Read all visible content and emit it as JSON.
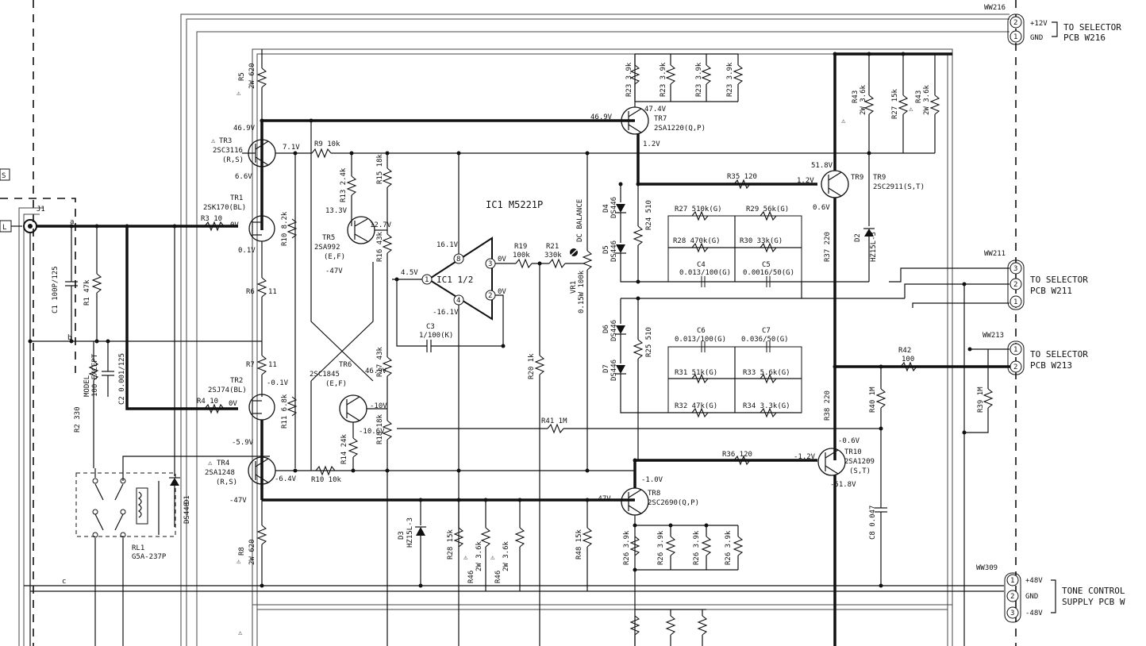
{
  "connectors": {
    "ww216": {
      "id": "WW216",
      "pins": [
        "2",
        "1"
      ],
      "pin_labels": [
        "+12V",
        "GND"
      ],
      "dest": "TO SELECTOR",
      "dest2": "PCB W216"
    },
    "ww211": {
      "id": "WW211",
      "pins": [
        "3",
        "2",
        "1"
      ],
      "dest": "TO SELECTOR",
      "dest2": "PCB W211"
    },
    "ww213": {
      "id": "WW213",
      "pins": [
        "1",
        "2"
      ],
      "dest": "TO SELECTOR",
      "dest2": "PCB W213"
    },
    "ww309": {
      "id": "WW309",
      "pins": [
        "1",
        "2",
        "3"
      ],
      "pin_labels": [
        "+48V",
        "GND",
        "-48V"
      ],
      "dest": "TONE CONTROL",
      "dest2": "SUPPLY PCB W"
    },
    "j1": "J1",
    "l_tag": "L",
    "s_tag": "S"
  },
  "nets": {
    "a": "a",
    "b": "b",
    "c": "c"
  },
  "transistors": {
    "tr1": {
      "ref": "TR1",
      "type": "2SK170(BL)"
    },
    "tr2": {
      "ref": "TR2",
      "type": "2SJ74(BL)"
    },
    "tr3": {
      "ref": "TR3",
      "type": "2SC3116",
      "rank": "(R,S)"
    },
    "tr4": {
      "ref": "TR4",
      "type": "2SA1248",
      "rank": "(R,S)"
    },
    "tr5": {
      "ref": "TR5",
      "type": "2SA992",
      "rank": "(E,F)"
    },
    "tr6": {
      "ref": "TR6",
      "type": "2SC1845",
      "rank": "(E,F)"
    },
    "tr7": {
      "ref": "TR7",
      "type": "2SA1220(Q,P)"
    },
    "tr8": {
      "ref": "TR8",
      "type": "2SC2690(Q,P)"
    },
    "tr9": {
      "ref": "TR9",
      "type": "2SC2911(S,T)"
    },
    "tr10": {
      "ref": "TR10",
      "type": "2SA1209",
      "rank": "(S,T)"
    }
  },
  "ic": {
    "title": "IC1  M5221P",
    "body": "IC1 1/2",
    "pins": [
      "8",
      "1",
      "4",
      "3",
      "2"
    ],
    "v_top": "16.1V",
    "v_in": "4.5V",
    "v_bot": "-16.1V",
    "v_out": "0V",
    "v_pin2": "0V"
  },
  "resistors": {
    "r1": "R1  47k",
    "r2a": "R2 330",
    "r2b": "MODEL",
    "r2c": "100 EXCEPT",
    "r3": "R3 10",
    "r4": "R4 10",
    "r5a": "R5",
    "r5b": "2W 620",
    "r6": "R6",
    "r6v": "11",
    "r7": "R7",
    "r7v": "11",
    "r8a": "R8",
    "r8b": "2W 620",
    "r9": "R9  10k",
    "r10": "R10 8.2k",
    "r10b": "R10  10k",
    "r11": "R11 6.8k",
    "r13": "R13 2.4k",
    "r14": "R14 24k",
    "r15": "R15 18k",
    "r16": "R16 43k",
    "r17": "R17 43k",
    "r18": "R18 18k",
    "r19": "R19",
    "r19v": "100k",
    "r20": "R20  1k",
    "r21": "R21",
    "r21v": "330k",
    "r23": "R23 3.9k",
    "r24": "R24 510",
    "r25": "R25 510",
    "r26": "R26 3.9k",
    "r27a": "R27  510k(G)",
    "r27b": "R27  15k",
    "r28a": "R28  470k(G)",
    "r28b": "R28  15k",
    "r29": "R29  56k(G)",
    "r30": "R30  33k(G)",
    "r31": "R31  51k(G)",
    "r32": "R32  47k(G)",
    "r33": "R33  5.6k(G)",
    "r34": "R34  3.3k(G)",
    "r35": "R35  120",
    "r36": "R36  120",
    "r37": "R37 220",
    "r38": "R38 220",
    "r39": "R39 1M",
    "r40": "R40 1M",
    "r41": "R41 1M",
    "r42": "R42",
    "r42v": "100",
    "r43a": "R43",
    "r43b": "2W 3.6k",
    "r46a": "R46",
    "r46b": "2W 3.6k",
    "r48": "R48 15k",
    "vr1a": "VR1",
    "vr1b": "0.15W 100k",
    "dcbal": "DC BALANCE"
  },
  "capacitors": {
    "c1": "C1 100P/125",
    "c2": "C2 0.001/125",
    "c3": "C3",
    "c3v": "1/100(K)",
    "c4": "C4",
    "c4v": "0.013/100(G)",
    "c5": "C5",
    "c5v": "0.0016/50(G)",
    "c6": "C6",
    "c6v": "0.013/100(G)",
    "c7": "C7",
    "c7v": "0.036/50(G)",
    "c8": "C8 0.047"
  },
  "diodes": {
    "d1": "D1",
    "d1v": "DS448",
    "d2": "D2",
    "d2v": "HZ15L-3",
    "d3": "D3",
    "d3v": "HZ15L-3",
    "d4": "D4",
    "d5": "D5",
    "d6": "D6",
    "d7": "D7",
    "ds446": "DS446"
  },
  "relay": {
    "ref": "RL1",
    "type": "G5A-237P"
  },
  "voltages": {
    "v469": "46.9V",
    "v71": "7.1V",
    "v66": "6.6V",
    "v0a": "0V",
    "v01": "0.1V",
    "v01n": "-0.1V",
    "v0b": "0V",
    "v59": "-5.9V",
    "v64": "-6.4V",
    "v47": "-47V",
    "v133": "13.3V",
    "v127": "12.7V",
    "v47b": "-47V",
    "v469b": "46.9V",
    "v10": "-10V",
    "v106": "-10.6V",
    "v474": "47.4V",
    "v469c": "46.9V",
    "v12": "1.2V",
    "v518": "51.8V",
    "v12b": "1.2V",
    "v06": "0.6V",
    "v10b": "-1.0V",
    "v47c": "-47V",
    "v06n": "-0.6V",
    "v12n": "-1.2V",
    "v518n": "-51.8V"
  },
  "warning": "⚠"
}
